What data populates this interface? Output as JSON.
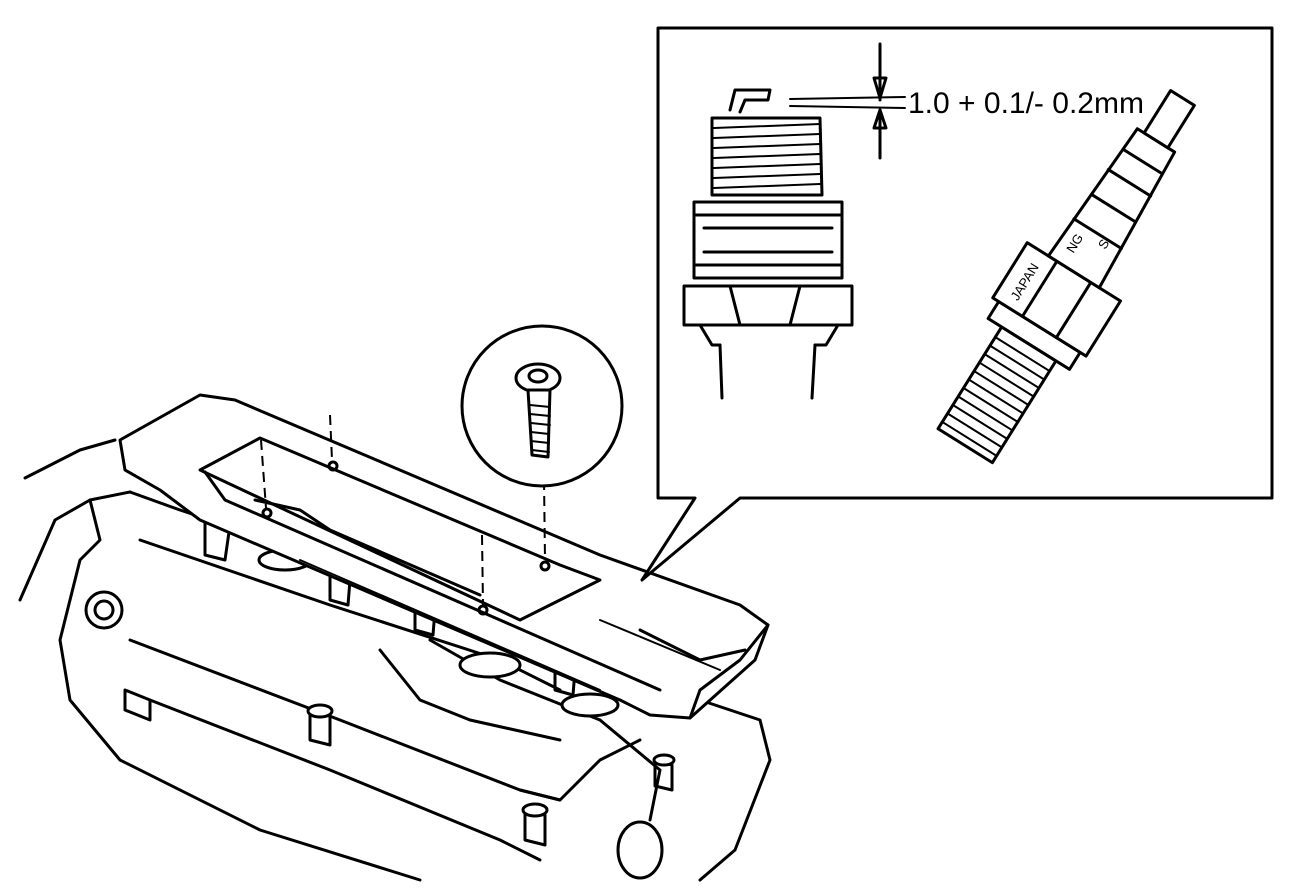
{
  "callout": {
    "gap_spec": "1.0 + 0.1/- 0.2mm",
    "plug_markings": {
      "origin": "JAPAN",
      "brand_fragment": "NG",
      "letter": "S"
    }
  },
  "colors": {
    "ink": "#000000",
    "paper": "#ffffff"
  }
}
